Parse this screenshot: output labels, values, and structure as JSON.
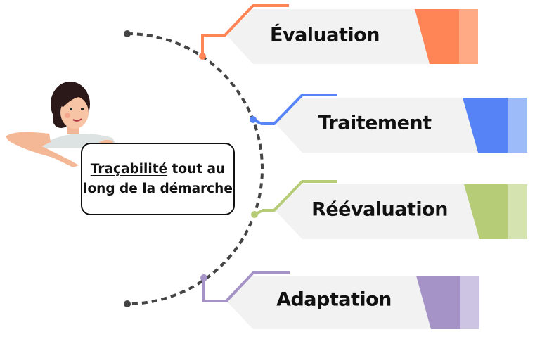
{
  "steps": [
    {
      "label": "Évaluation",
      "color": "#ff8456",
      "light": "#ffa985"
    },
    {
      "label": "Traitement",
      "color": "#5683f5",
      "light": "#9dbaf9"
    },
    {
      "label": "Réévaluation",
      "color": "#b6cc77",
      "light": "#d5e3b1"
    },
    {
      "label": "Adaptation",
      "color": "#a593c7",
      "light": "#cdc3e3"
    }
  ],
  "callout": {
    "underlined": "Traçabilité",
    "rest": " tout au long de la démarche"
  }
}
